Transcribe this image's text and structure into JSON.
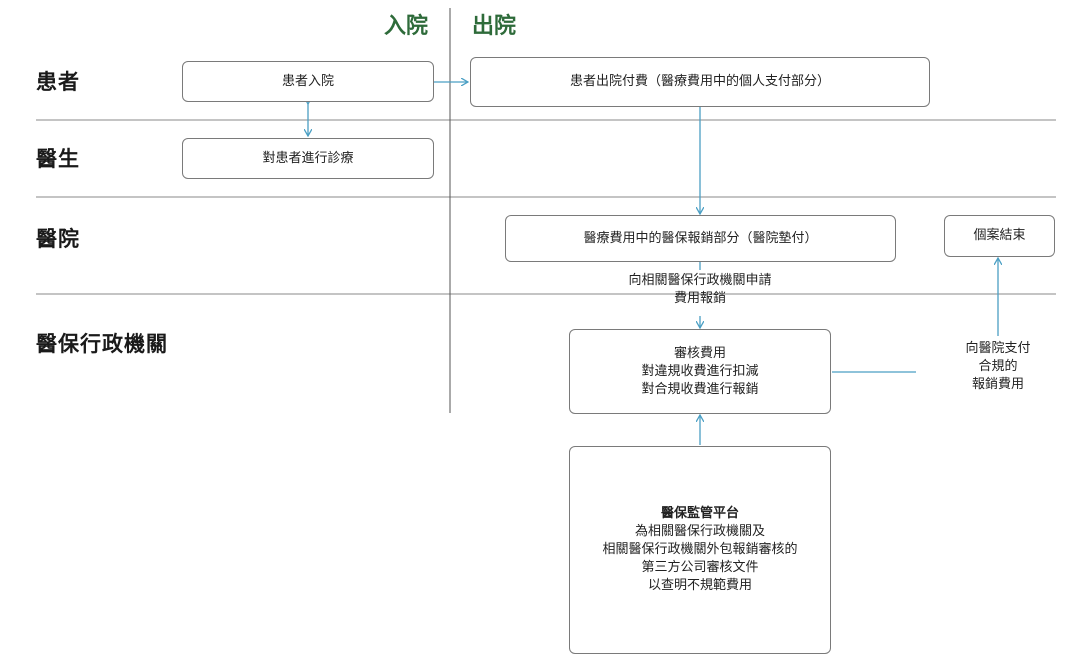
{
  "header": {
    "admission": "入院",
    "discharge": "出院"
  },
  "lanes": {
    "patient": "患者",
    "doctor": "醫生",
    "hospital": "醫院",
    "agency": "醫保行政機關"
  },
  "boxes": {
    "patient_admission": "患者入院",
    "patient_payment": "患者出院付費（醫療費用中的個人支付部分）",
    "diagnosis": "對患者進行診療",
    "insurance_portion": "醫療費用中的醫保報銷部分（醫院墊付）",
    "case_closed": "個案結束",
    "review": [
      "審核費用",
      "對違規收費進行扣減",
      "對合規收費進行報銷"
    ],
    "platform_title": "醫保監管平台",
    "platform_lines": [
      "為相關醫保行政機關及",
      "相關醫保行政機關外包報銷審核的",
      "第三方公司審核文件",
      "以查明不規範費用"
    ]
  },
  "labels": {
    "apply": [
      "向相關醫保行政機關申請",
      "費用報銷"
    ],
    "pay_hospital": [
      "向醫院支付",
      "合規的",
      "報銷費用"
    ]
  },
  "colors": {
    "header": "#2e6b3a",
    "arrow": "#4a9fc4",
    "line": "#8a8a8a"
  }
}
